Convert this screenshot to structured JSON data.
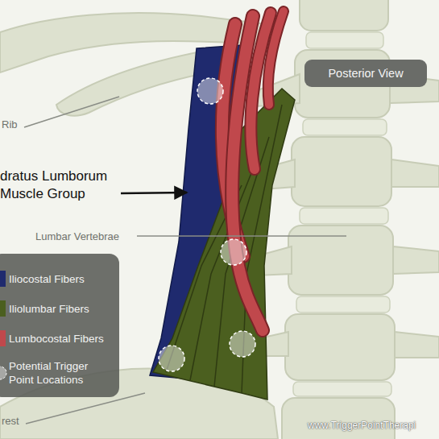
{
  "diagram": {
    "nodes": [
      {
        "text": [
          "Posterior View"
        ]
      }
    ],
    "labels": [
      "Rib",
      "dratus Lumborum Muscle Group",
      "Lumbar Vertebrae",
      "rest",
      "www.TriggerPointTherapi"
    ],
    "legend": [
      {
        "text": "Iliocostal Fibers",
        "color": "#1f2a6e"
      },
      {
        "text": "Iliolumbar Fibers",
        "color": "#4b5f1f"
      },
      {
        "text": "Lumbocostal Fibers",
        "color": "#c0484c"
      },
      {
        "text": "Potential Trigger Point Locations"
      }
    ]
  }
}
